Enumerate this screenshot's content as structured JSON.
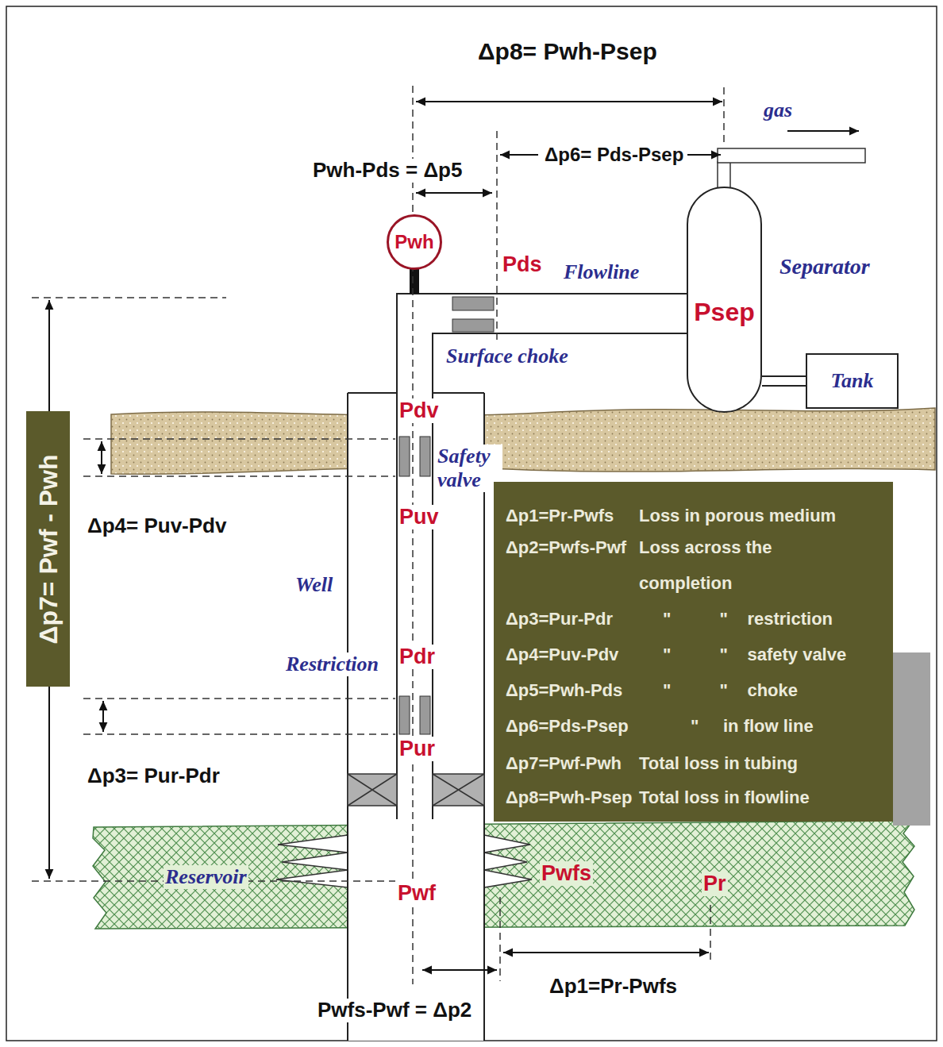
{
  "diagram": {
    "nodes": [
      {
        "text": [
          "Pwh"
        ]
      },
      {
        "text": [
          "Separator",
          "Psep"
        ]
      },
      {
        "text": [
          "Tank"
        ]
      },
      {
        "text": [
          "Δp7= Pwf - Pwh"
        ]
      },
      {
        "text": [
          "Δp1=Pr-Pwfs",
          "Loss in porous medium",
          "Δp2=Pwfs-Pwf",
          "Loss across the completion",
          "Δp3=Pur-Pdr",
          "\"          \"    restriction",
          "Δp4=Puv-Pdv",
          "\"          \"    safety valve",
          "Δp5=Pwh-Pds",
          "\"          \"    choke",
          "Δp6=Pds-Psep",
          "\"     in flow line",
          "Δp7=Pwf-Pwh",
          "Total loss in tubing",
          "Δp8=Pwh-Psep",
          "Total loss in flowline"
        ]
      }
    ],
    "edges": [
      {
        "from": 1,
        "to": 2,
        "arrow": "none"
      }
    ],
    "labels": [
      "Δp8= Pwh-Psep",
      "gas",
      "Pwh-Pds = Δp5",
      "Δp6= Pds-Psep",
      "Pds",
      "Flowline",
      "Surface choke",
      "Pdv",
      "Safety valve",
      "Puv",
      "Δp4= Puv-Pdv",
      "Well",
      "Restriction",
      "Pdr",
      "Pur",
      "Δp3= Pur-Pdr",
      "Reservoir",
      "Pwf",
      "Pwfs",
      "Pr",
      "Δp1=Pr-Pwfs",
      "Pwfs-Pwf = Δp2"
    ]
  }
}
